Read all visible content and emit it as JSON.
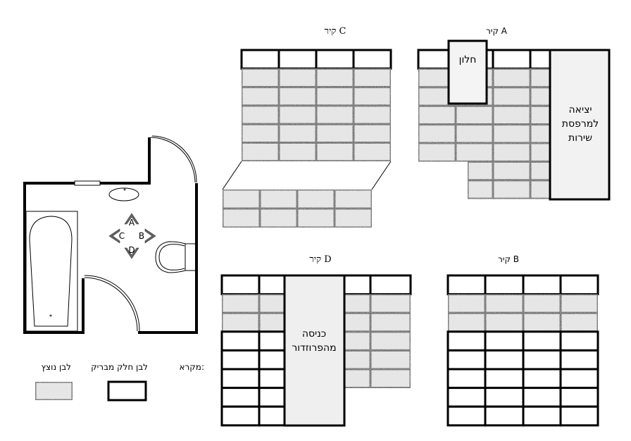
{
  "colors": {
    "textured": "#e4e4e4",
    "smooth": "#ffffff",
    "opening": "#efefef",
    "line": "#000000"
  },
  "plan": {
    "direction_labels": {
      "a": "A",
      "b": "B",
      "c": "C",
      "d": "D"
    }
  },
  "legend": {
    "title": "מקרא:",
    "smooth_label": "לבן חלק מבריק",
    "textured_label": "לבן נוצץ"
  },
  "walls": {
    "A": {
      "title": "קיר A",
      "window_label": "חלון",
      "door_label_lines": [
        "יציאה",
        "למרפסת",
        "שירות"
      ],
      "rows": [
        "W",
        "T",
        "T",
        "T",
        "T",
        "T",
        "T",
        "T"
      ]
    },
    "B": {
      "title": "קיר B",
      "rows": [
        "W",
        "T",
        "T",
        "W",
        "W",
        "W",
        "W",
        "W"
      ]
    },
    "C": {
      "title": "קיר C",
      "rows": [
        "W",
        "T",
        "T",
        "T",
        "T",
        "T"
      ],
      "lower_rows": [
        "T",
        "T"
      ]
    },
    "D": {
      "title": "קיר D",
      "door_label_lines": [
        "כניסה",
        "מהפרוזדור"
      ],
      "left_rows": [
        "W",
        "T",
        "T",
        "W",
        "W",
        "W",
        "W",
        "W"
      ],
      "right_rows": [
        "W",
        "T",
        "T",
        "T",
        "T",
        "T"
      ]
    }
  }
}
